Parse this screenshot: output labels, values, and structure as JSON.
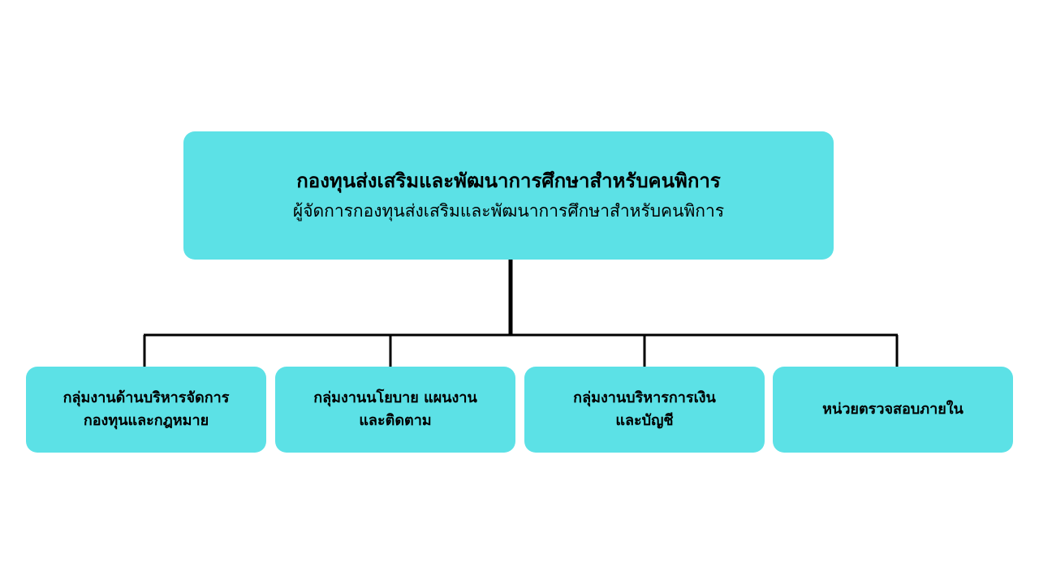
{
  "diagram": {
    "root": {
      "title": "กองทุนส่งเสริมและพัฒนาการศึกษาสำหรับคนพิการ",
      "subtitle": "ผู้จัดการกองทุนส่งเสริมและพัฒนาการศึกษาสำหรับคนพิการ"
    },
    "children": [
      {
        "lines": [
          "กลุ่มงานด้านบริหารจัดการ",
          "กองทุนและกฎหมาย"
        ]
      },
      {
        "lines": [
          "กลุ่มงานนโยบาย แผนงาน",
          "และติดตาม"
        ]
      },
      {
        "lines": [
          "กลุ่มงานบริหารการเงิน",
          "และบัญชี"
        ]
      },
      {
        "lines": [
          "หน่วยตรวจสอบภายใน"
        ]
      }
    ],
    "colors": {
      "box_fill": "#5ce1e6",
      "connector": "#000000",
      "text": "#000000",
      "background": "#ffffff"
    }
  }
}
